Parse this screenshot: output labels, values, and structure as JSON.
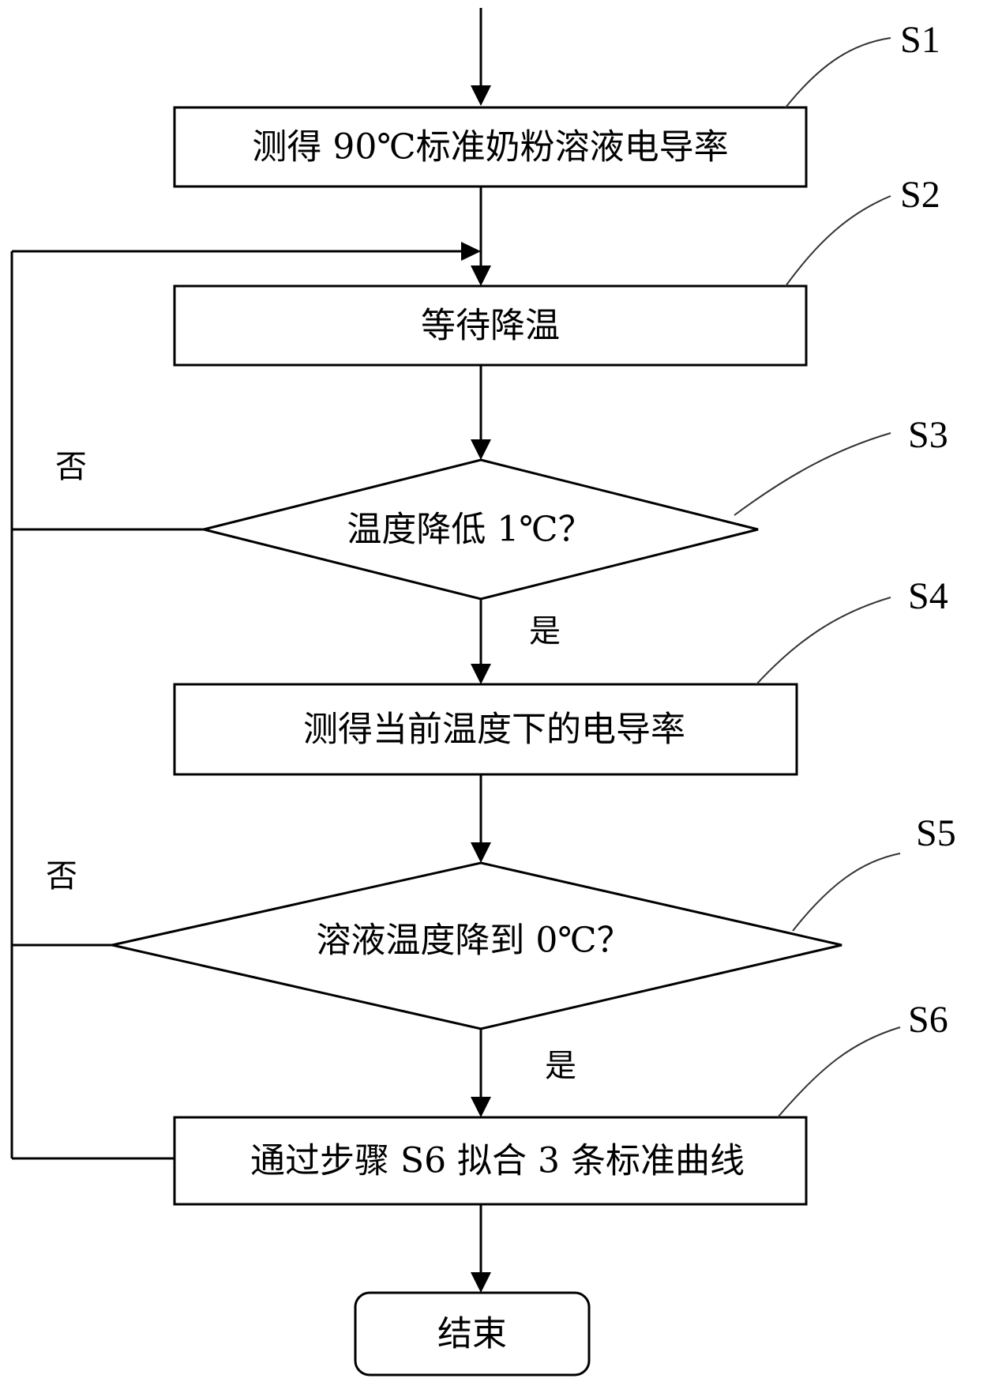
{
  "steps": {
    "s1": {
      "tag": "S1",
      "text": "测得 90℃标准奶粉溶液电导率"
    },
    "s2": {
      "tag": "S2",
      "text": "等待降温"
    },
    "s3": {
      "tag": "S3",
      "text": "温度降低 1℃？"
    },
    "s4": {
      "tag": "S4",
      "text": "测得当前温度下的电导率"
    },
    "s5": {
      "tag": "S5",
      "text": "溶液温度降到 0℃？"
    },
    "s6": {
      "tag": "S6",
      "text": "通过步骤 S6 拟合 3 条标准曲线"
    }
  },
  "end": {
    "text": "结束"
  },
  "branches": {
    "s3_no": "否",
    "s3_yes": "是",
    "s5_no": "否",
    "s5_yes": "是"
  }
}
